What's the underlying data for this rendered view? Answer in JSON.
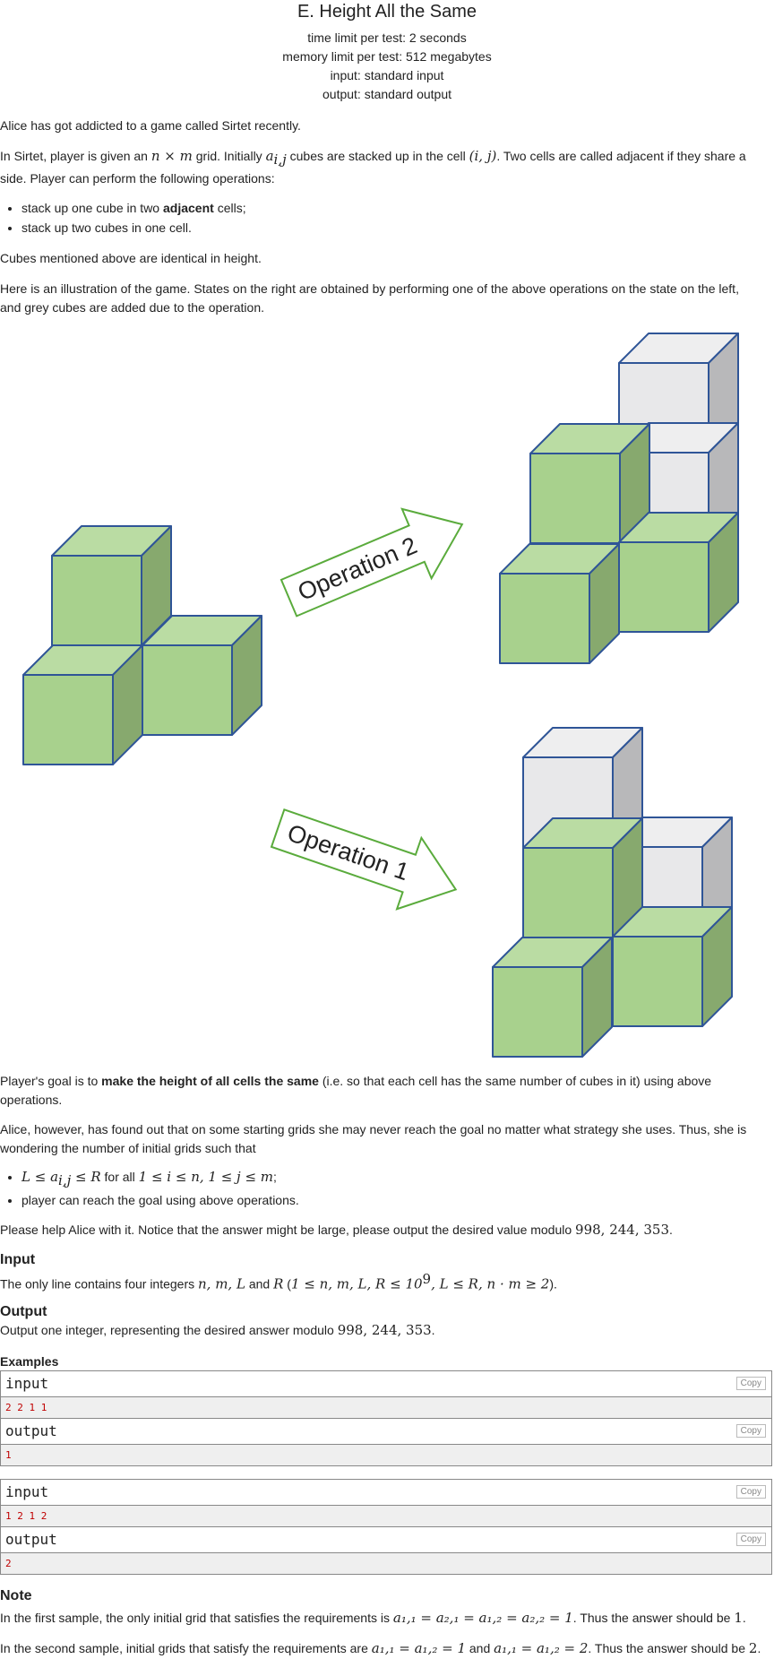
{
  "problem": {
    "title": "E. Height All the Same",
    "time_limit": "time limit per test: 2 seconds",
    "memory_limit": "memory limit per test: 512 megabytes",
    "input_file": "input: standard input",
    "output_file": "output: standard output"
  },
  "statement": {
    "p1": "Alice has got addicted to a game called Sirtet recently.",
    "p2a": "In Sirtet, player is given an ",
    "p2_nm": "n × m",
    "p2b": " grid. Initially ",
    "p2_aij": "a",
    "p2_aij_sub": "i,j",
    "p2c": " cubes are stacked up in the cell ",
    "p2_cell": "(i, j)",
    "p2d": ". Two cells are called adjacent if they share a side. Player can perform the following operations:",
    "op1a": "stack up one cube in two ",
    "op1b": "adjacent",
    "op1c": " cells;",
    "op2": "stack up two cubes in one cell.",
    "p3": "Cubes mentioned above are identical in height.",
    "p4": "Here is an illustration of the game. States on the right are obtained by performing one of the above operations on the state on the left, and grey cubes are added due to the operation.",
    "p5a": "Player's goal is to ",
    "p5b": "make the height of all cells the same",
    "p5c": " (i.e. so that each cell has the same number of cubes in it) using above operations.",
    "p6": "Alice, however, has found out that on some starting grids she may never reach the goal no matter what strategy she uses. Thus, she is wondering the number of initial grids such that",
    "cond1_math": "L ≤ a",
    "cond1_sub": "i,j",
    "cond1_math2": " ≤ R",
    "cond1_text": " for all ",
    "cond1_range": "1 ≤ i ≤ n, 1 ≤ j ≤ m",
    "cond1_end": ";",
    "cond2": "player can reach the goal using above operations.",
    "p7a": "Please help Alice with it. Notice that the answer might be large, please output the desired value modulo ",
    "p7_mod": "998, 244, 353",
    "p7b": "."
  },
  "illustration": {
    "op2_label": "Operation 2",
    "op1_label": "Operation 1"
  },
  "input_section": {
    "heading": "Input",
    "t1": "The only line contains four integers ",
    "vars": "n, m, L",
    "and": " and ",
    "R": "R",
    "c1": " (",
    "cons1": "1 ≤ n, m, L, R ≤ 10",
    "exp": "9",
    "cons2": ", L ≤ R, n · m ≥ 2",
    "c2": ")."
  },
  "output_section": {
    "heading": "Output",
    "t1": "Output one integer, representing the desired answer modulo ",
    "mod": "998, 244, 353",
    "t2": "."
  },
  "examples": {
    "heading": "Examples",
    "copy_label": "Copy",
    "items": [
      {
        "input_label": "input",
        "input_value": "2 2 1 1",
        "output_label": "output",
        "output_value": "1"
      },
      {
        "input_label": "input",
        "input_value": "1 2 1 2",
        "output_label": "output",
        "output_value": "2"
      }
    ]
  },
  "note": {
    "heading": "Note",
    "n1a": "In the first sample, the only initial grid that satisfies the requirements is ",
    "n1_math": "a₁,₁ = a₂,₁ = a₁,₂ = a₂,₂ = 1",
    "n1b": ". Thus the answer should be ",
    "n1_ans": "1",
    "n1c": ".",
    "n2a": "In the second sample, initial grids that satisfy the requirements are ",
    "n2_m1": "a₁,₁ = a₁,₂ = 1",
    "n2_and": " and ",
    "n2_m2": "a₁,₁ = a₁,₂ = 2",
    "n2b": ". Thus the answer should be ",
    "n2_ans": "2",
    "n2c": "."
  },
  "colors": {
    "cube_front": "#a8d18d",
    "cube_top": "#badca3",
    "cube_side": "#87a96e",
    "grey_front": "#e8e8ea",
    "grey_top": "#eeeeef",
    "grey_side": "#b8b8ba",
    "edge": "#2f5597",
    "arrow": "#5aab3c"
  }
}
